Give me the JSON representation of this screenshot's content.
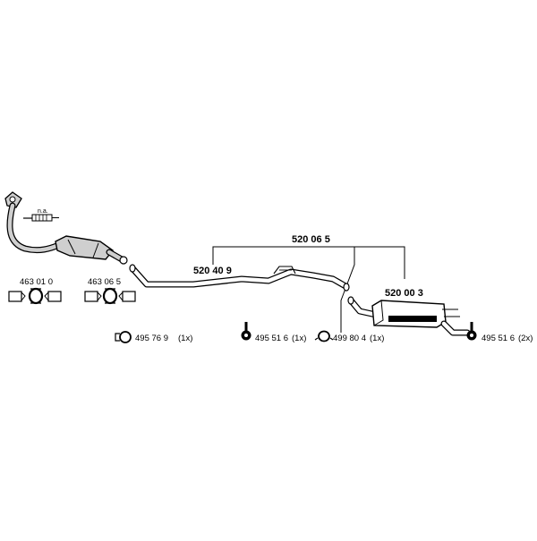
{
  "parts": {
    "assembly": "520 06 5",
    "middle_pipe": "520 40 9",
    "rear_silencer": "520 00 3",
    "clamp_kit_1": "463 01 0",
    "clamp_kit_2": "463 06 5",
    "na_label": "n.a."
  },
  "accessories": [
    {
      "number": "495 76 9",
      "qty": "(1x)"
    },
    {
      "number": "495 51 6",
      "qty": "(1x)"
    },
    {
      "number": "499 80 4",
      "qty": "(1x)"
    },
    {
      "number": "495 51 6",
      "qty": "(2x)"
    }
  ],
  "colors": {
    "line": "#000000",
    "part_fill": "#cfcfcf",
    "background": "#ffffff"
  }
}
